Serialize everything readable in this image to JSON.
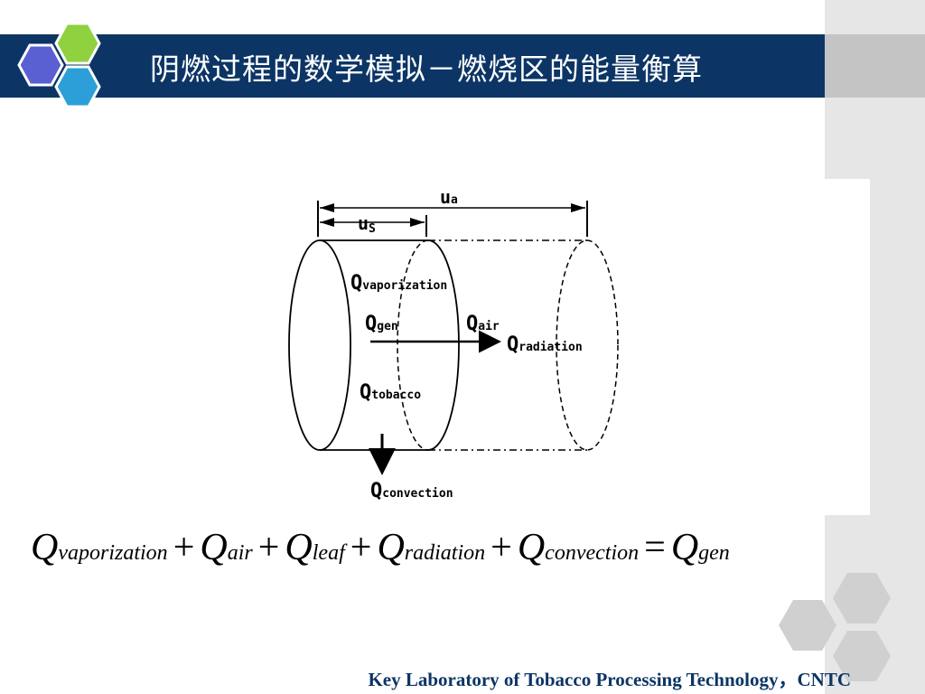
{
  "slide": {
    "title": "阴燃过程的数学模拟－燃烧区的能量衡算",
    "footer": "Key Laboratory of Tobacco Processing Technology，CNTC"
  },
  "colors": {
    "title_bar": "#0c3565",
    "hex_purple": "#5a5fd2",
    "hex_green": "#8fd13f",
    "hex_blue": "#2c9fd8",
    "hex_gray": "#d0d0d0"
  },
  "diagram": {
    "ua": {
      "base": "u",
      "sub": "a"
    },
    "us": {
      "base": "u",
      "sub": "S"
    },
    "q_vaporization": {
      "base": "Q",
      "sub": "vaporization"
    },
    "q_gen": {
      "base": "Q",
      "sub": "gen"
    },
    "q_air": {
      "base": "Q",
      "sub": "air"
    },
    "q_radiation": {
      "base": "Q",
      "sub": "radiation"
    },
    "q_tobacco": {
      "base": "Q",
      "sub": "tobacco"
    },
    "q_convection": {
      "base": "Q",
      "sub": "convection"
    }
  },
  "equation": {
    "symbol": "Q",
    "plus": "+",
    "equals": "=",
    "terms": [
      "vaporization",
      "air",
      "leaf",
      "radiation",
      "convection"
    ],
    "rhs": "gen"
  }
}
